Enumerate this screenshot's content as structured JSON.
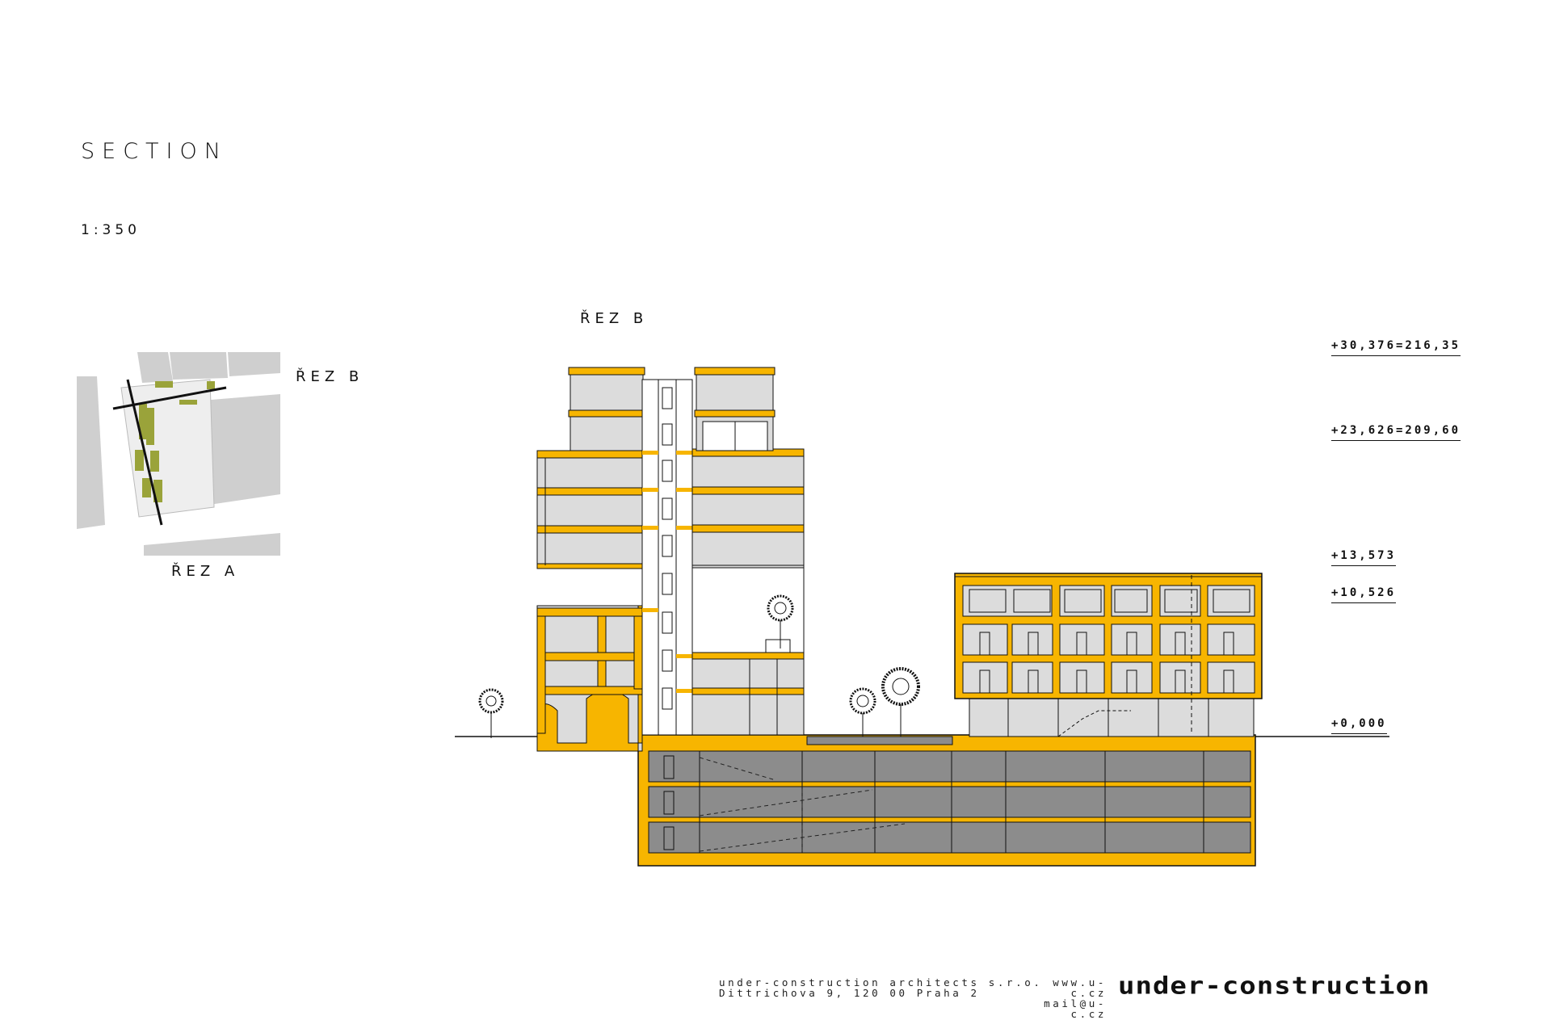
{
  "title": "SECTION",
  "scale": "1:350",
  "section_labels": {
    "main": "ŘEZ B",
    "keyplan_b": "ŘEZ B",
    "keyplan_a": "ŘEZ A"
  },
  "levels": [
    "+30,376=216,35",
    "+23,626=209,60",
    "+13,573",
    "+10,526",
    "+0,000"
  ],
  "footer": {
    "line1": "under-construction architects s.r.o.",
    "line2": "Dittrichova 9, 120 00 Praha 2",
    "web": "www.u-c.cz",
    "email": "mail@u-c.cz",
    "logo": "under-construction"
  },
  "colors": {
    "structure": "#f7b500",
    "room": "#dcdcdc",
    "basement": "#8c8c8c",
    "outline": "#111111",
    "greenery": "#9aa33a"
  }
}
